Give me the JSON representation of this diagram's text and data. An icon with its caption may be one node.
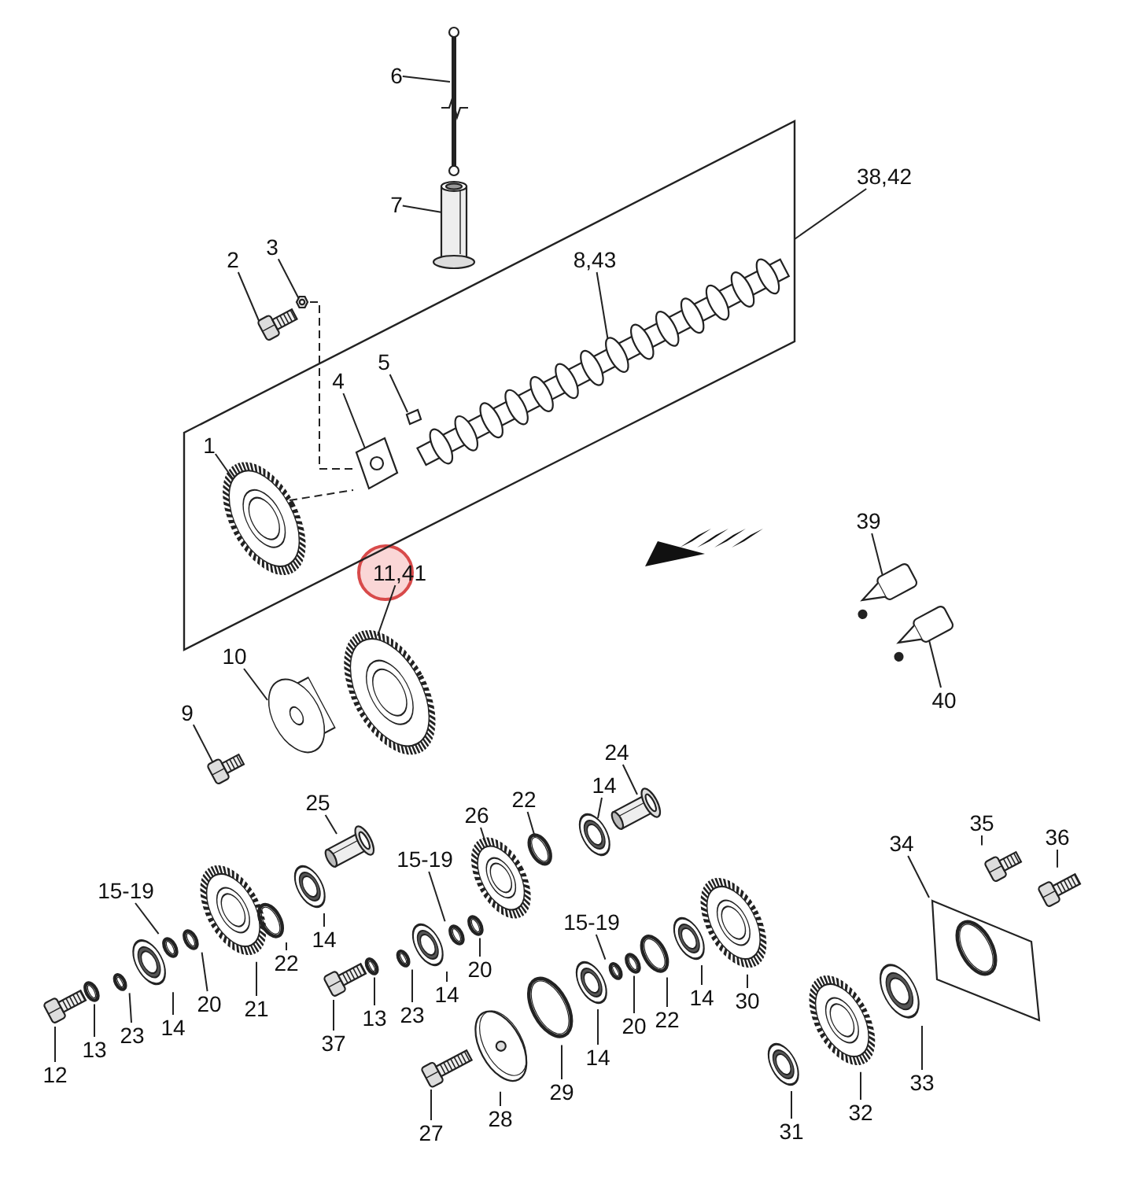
{
  "diagram": {
    "nodes": [
      {
        "text": [],
        "shape": "box"
      },
      {
        "text": [
          "6"
        ]
      },
      {
        "text": [
          "7"
        ]
      },
      {
        "text": [
          "38,42"
        ]
      },
      {
        "text": [
          "8,43"
        ],
        "in": 0
      },
      {
        "text": [
          "2"
        ]
      },
      {
        "text": [
          "3"
        ]
      },
      {
        "text": [
          "4"
        ],
        "in": 0
      },
      {
        "text": [
          "5"
        ],
        "in": 0
      },
      {
        "text": [
          "1"
        ],
        "in": 0
      },
      {
        "text": [
          "11,41"
        ]
      },
      {
        "text": [
          "39"
        ]
      },
      {
        "text": [
          "40"
        ]
      },
      {
        "text": [
          "10"
        ]
      },
      {
        "text": [
          "9"
        ]
      },
      {
        "text": [
          "24"
        ]
      },
      {
        "text": [
          "22"
        ]
      },
      {
        "text": [
          "14"
        ]
      },
      {
        "text": [
          "26"
        ]
      },
      {
        "text": [
          "25"
        ]
      },
      {
        "text": [
          "15-19"
        ]
      },
      {
        "text": [
          "15-19"
        ]
      },
      {
        "text": [
          "15-19"
        ]
      },
      {
        "text": [
          "34"
        ]
      },
      {
        "text": [
          "35"
        ]
      },
      {
        "text": [
          "36"
        ]
      },
      {
        "text": [
          "12"
        ]
      },
      {
        "text": [
          "13"
        ]
      },
      {
        "text": [
          "23"
        ]
      },
      {
        "text": [
          "14"
        ]
      },
      {
        "text": [
          "20"
        ]
      },
      {
        "text": [
          "21"
        ]
      },
      {
        "text": [
          "22"
        ]
      },
      {
        "text": [
          "14"
        ]
      },
      {
        "text": [
          "37"
        ]
      },
      {
        "text": [
          "13"
        ]
      },
      {
        "text": [
          "23"
        ]
      },
      {
        "text": [
          "14"
        ]
      },
      {
        "text": [
          "20"
        ]
      },
      {
        "text": [
          "29"
        ]
      },
      {
        "text": [
          "14"
        ]
      },
      {
        "text": [
          "20"
        ]
      },
      {
        "text": [
          "22"
        ]
      },
      {
        "text": [
          "14"
        ]
      },
      {
        "text": [
          "30"
        ]
      },
      {
        "text": [
          "27"
        ]
      },
      {
        "text": [
          "28"
        ]
      },
      {
        "text": [
          "31"
        ]
      },
      {
        "text": [
          "32"
        ]
      },
      {
        "text": [
          "33"
        ]
      },
      {
        "text": [],
        "shape": "picture"
      },
      {
        "text": [],
        "shape": "picture"
      },
      {
        "text": [],
        "shape": "picture",
        "in": 0
      },
      {
        "text": [],
        "shape": "picture"
      },
      {
        "text": [],
        "shape": "picture"
      },
      {
        "text": [],
        "shape": "picture",
        "in": 0
      },
      {
        "text": [],
        "shape": "picture",
        "in": 0
      },
      {
        "text": [],
        "shape": "picture",
        "in": 0
      },
      {
        "text": [],
        "shape": "picture"
      },
      {
        "text": [],
        "shape": "picture"
      },
      {
        "text": [],
        "shape": "picture"
      },
      {
        "text": [],
        "shape": "picture"
      },
      {
        "text": [],
        "shape": "picture"
      },
      {
        "text": [],
        "shape": "picture"
      },
      {
        "text": [],
        "shape": "picture"
      },
      {
        "text": [],
        "shape": "picture"
      },
      {
        "text": [],
        "shape": "picture"
      },
      {
        "text": [],
        "shape": "picture"
      },
      {
        "text": [],
        "shape": "picture"
      },
      {
        "text": [],
        "shape": "picture"
      },
      {
        "text": [],
        "shape": "picture"
      },
      {
        "text": [],
        "shape": "picture"
      },
      {
        "text": [],
        "shape": "picture"
      },
      {
        "text": [],
        "shape": "picture"
      },
      {
        "text": [],
        "shape": "picture"
      },
      {
        "text": [],
        "shape": "picture"
      },
      {
        "text": [],
        "shape": "picture"
      },
      {
        "text": [],
        "shape": "picture"
      },
      {
        "text": [],
        "shape": "picture"
      },
      {
        "text": [],
        "shape": "picture"
      },
      {
        "text": [],
        "shape": "picture"
      },
      {
        "text": [],
        "shape": "picture"
      },
      {
        "text": [],
        "shape": "picture"
      },
      {
        "text": [],
        "shape": "picture"
      },
      {
        "text": [],
        "shape": "picture"
      },
      {
        "text": [],
        "shape": "picture"
      },
      {
        "text": [],
        "shape": "picture"
      },
      {
        "text": [],
        "shape": "picture"
      },
      {
        "text": [],
        "shape": "picture"
      },
      {
        "text": [],
        "shape": "picture"
      },
      {
        "text": [],
        "shape": "picture"
      },
      {
        "text": [],
        "shape": "picture"
      },
      {
        "text": [],
        "shape": "picture"
      },
      {
        "text": [],
        "shape": "picture"
      },
      {
        "text": [],
        "shape": "picture"
      },
      {
        "text": [],
        "shape": "picture"
      },
      {
        "text": [],
        "shape": "picture"
      },
      {
        "text": [],
        "shape": "picture"
      }
    ],
    "edges": [
      {
        "from": 1,
        "to": 50,
        "arrow": "none"
      },
      {
        "from": 2,
        "to": 51,
        "arrow": "none"
      },
      {
        "from": 3,
        "to": 0,
        "arrow": "none"
      },
      {
        "from": 4,
        "to": 52,
        "arrow": "none"
      },
      {
        "from": 5,
        "to": 53,
        "arrow": "none"
      },
      {
        "from": 6,
        "to": 54,
        "arrow": "none"
      },
      {
        "from": 7,
        "to": 55,
        "arrow": "none"
      },
      {
        "from": 8,
        "to": 56,
        "arrow": "none"
      },
      {
        "from": 9,
        "to": 57,
        "arrow": "none"
      },
      {
        "from": 10,
        "to": 58,
        "arrow": "none"
      },
      {
        "from": 11,
        "to": 59,
        "arrow": "none"
      },
      {
        "from": 12,
        "to": 60,
        "arrow": "none"
      },
      {
        "from": 13,
        "to": 61,
        "arrow": "none"
      },
      {
        "from": 14,
        "to": 62,
        "arrow": "none"
      },
      {
        "from": 15,
        "to": 63,
        "arrow": "none"
      },
      {
        "from": 16,
        "to": 64,
        "arrow": "none"
      },
      {
        "from": 17,
        "to": 65,
        "arrow": "none"
      },
      {
        "from": 18,
        "to": 66,
        "arrow": "none"
      },
      {
        "from": 19,
        "to": 67,
        "arrow": "none"
      },
      {
        "from": 20,
        "to": 68,
        "arrow": "none"
      },
      {
        "from": 21,
        "to": 69,
        "arrow": "none"
      },
      {
        "from": 22,
        "to": 70,
        "arrow": "none"
      },
      {
        "from": 23,
        "to": 71,
        "arrow": "none"
      },
      {
        "from": 24,
        "to": 72,
        "arrow": "none"
      },
      {
        "from": 25,
        "to": 73,
        "arrow": "none"
      },
      {
        "from": 26,
        "to": 74,
        "arrow": "none"
      },
      {
        "from": 27,
        "to": 75,
        "arrow": "none"
      },
      {
        "from": 28,
        "to": 76,
        "arrow": "none"
      },
      {
        "from": 29,
        "to": 77,
        "arrow": "none"
      },
      {
        "from": 30,
        "to": 78,
        "arrow": "none"
      },
      {
        "from": 31,
        "to": 79,
        "arrow": "none"
      },
      {
        "from": 32,
        "to": 80,
        "arrow": "none"
      },
      {
        "from": 33,
        "to": 81,
        "arrow": "none"
      },
      {
        "from": 34,
        "to": 82,
        "arrow": "none"
      },
      {
        "from": 35,
        "to": 83,
        "arrow": "none"
      },
      {
        "from": 36,
        "to": 84,
        "arrow": "none"
      },
      {
        "from": 37,
        "to": 85,
        "arrow": "none"
      },
      {
        "from": 38,
        "to": 86,
        "arrow": "none"
      },
      {
        "from": 39,
        "to": 87,
        "arrow": "none"
      },
      {
        "from": 40,
        "to": 88,
        "arrow": "none"
      },
      {
        "from": 41,
        "to": 89,
        "arrow": "none"
      },
      {
        "from": 42,
        "to": 90,
        "arrow": "none"
      },
      {
        "from": 43,
        "to": 91,
        "arrow": "none"
      },
      {
        "from": 44,
        "to": 92,
        "arrow": "none"
      },
      {
        "from": 45,
        "to": 93,
        "arrow": "none"
      },
      {
        "from": 46,
        "to": 94,
        "arrow": "none"
      },
      {
        "from": 47,
        "to": 95,
        "arrow": "none"
      },
      {
        "from": 48,
        "to": 96,
        "arrow": "none"
      },
      {
        "from": 49,
        "to": 97,
        "arrow": "none"
      },
      {
        "from": 54,
        "to": 55,
        "arrow": "none",
        "style": "dashed"
      },
      {
        "from": 57,
        "to": 55,
        "arrow": "none",
        "style": "dashed"
      }
    ]
  }
}
